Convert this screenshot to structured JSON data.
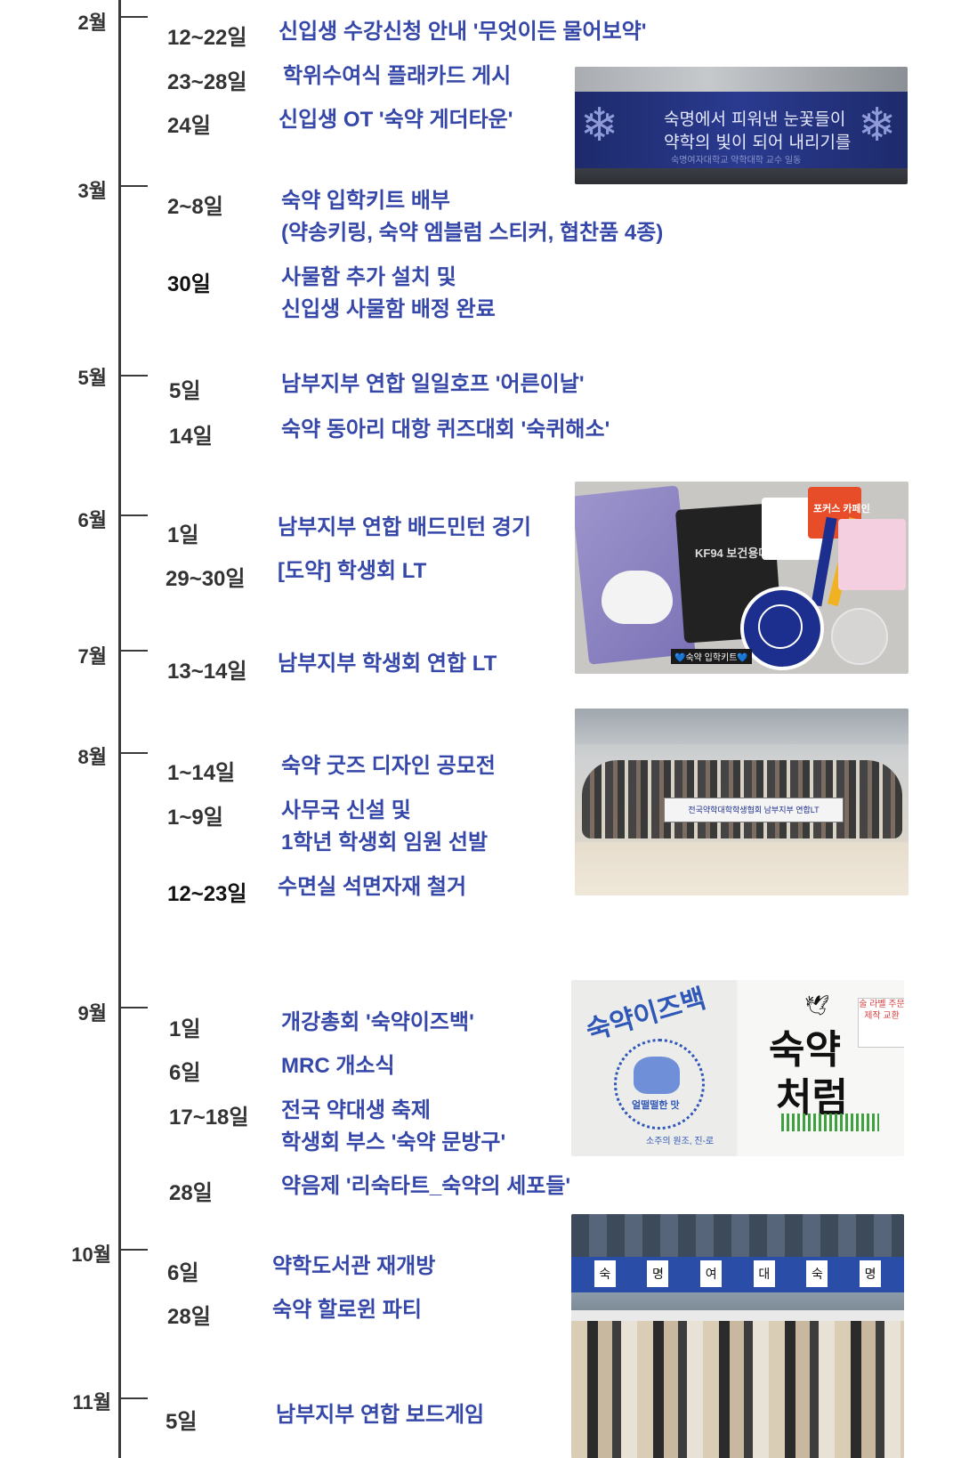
{
  "timeline": {
    "months": [
      "2월",
      "3월",
      "5월",
      "6월",
      "7월",
      "8월",
      "9월",
      "10월",
      "11월"
    ],
    "events": [
      {
        "date": "12~22일",
        "lines": [
          "신입생 수강신청 안내 '무엇이든 물어보약'"
        ]
      },
      {
        "date": "23~28일",
        "lines": [
          "학위수여식 플래카드 게시"
        ]
      },
      {
        "date": "24일",
        "lines": [
          "신입생 OT '숙약 게더타운'"
        ]
      },
      {
        "date": "2~8일",
        "lines": [
          "숙약 입학키트 배부",
          "(약송키링, 숙약 엠블럼 스티커, 협찬품 4종)"
        ]
      },
      {
        "date": "30일",
        "lines": [
          "사물함 추가 설치 및",
          "신입생 사물함 배정 완료"
        ]
      },
      {
        "date": "5일",
        "lines": [
          "남부지부 연합 일일호프 '어른이날'"
        ]
      },
      {
        "date": "14일",
        "lines": [
          "숙약 동아리 대항 퀴즈대회 '숙퀴해소'"
        ]
      },
      {
        "date": "1일",
        "lines": [
          "남부지부 연합 배드민턴 경기"
        ]
      },
      {
        "date": "29~30일",
        "lines": [
          "[도약] 학생회 LT"
        ]
      },
      {
        "date": "13~14일",
        "lines": [
          "남부지부 학생회 연합 LT"
        ]
      },
      {
        "date": "1~14일",
        "lines": [
          "숙약 굿즈 디자인 공모전"
        ]
      },
      {
        "date": "1~9일",
        "lines": [
          "사무국 신설 및",
          "1학년 학생회 임원 선발"
        ]
      },
      {
        "date": "12~23일",
        "lines": [
          "수면실 석면자재 철거"
        ]
      },
      {
        "date": "1일",
        "lines": [
          "개강총회 '숙약이즈백'"
        ]
      },
      {
        "date": "6일",
        "lines": [
          "MRC 개소식"
        ]
      },
      {
        "date": "17~18일",
        "lines": [
          "전국 약대생 축제",
          "학생회 부스 '숙약 문방구'"
        ]
      },
      {
        "date": "28일",
        "lines": [
          "약음제 '리숙타트_숙약의 세포들'"
        ]
      },
      {
        "date": "6일",
        "lines": [
          "약학도서관 재개방"
        ]
      },
      {
        "date": "28일",
        "lines": [
          "숙약 할로윈 파티"
        ]
      },
      {
        "date": "5일",
        "lines": [
          "남부지부 연합 보드게임"
        ]
      }
    ]
  },
  "photos": {
    "banner": {
      "line1": "숙명에서 피워낸 눈꽃들이",
      "line2": "약학의 빛이 되어 내리기를",
      "sub": "숙명여자대학교 약학대학 교수 일동"
    },
    "kit": {
      "kf_text": "KF94 보건용마스크",
      "coffee_text": "포커스 카페인",
      "label": "💙숙약 입학키트💙"
    },
    "group": {
      "sign_text": "전국약학대학학생협회 남부지부 연합LT"
    },
    "isback": {
      "left_title": "숙약이즈백",
      "left_sub": "얼떨떨한 맛",
      "left_foot": "소주의 원조, 진-로",
      "right_line1": "숙약",
      "right_line2": "처럼",
      "tag": "술 라벨 주문 제작 교환"
    },
    "fest": {
      "letters": [
        "숙",
        "명",
        "여",
        "대",
        "숙",
        "명"
      ]
    }
  }
}
